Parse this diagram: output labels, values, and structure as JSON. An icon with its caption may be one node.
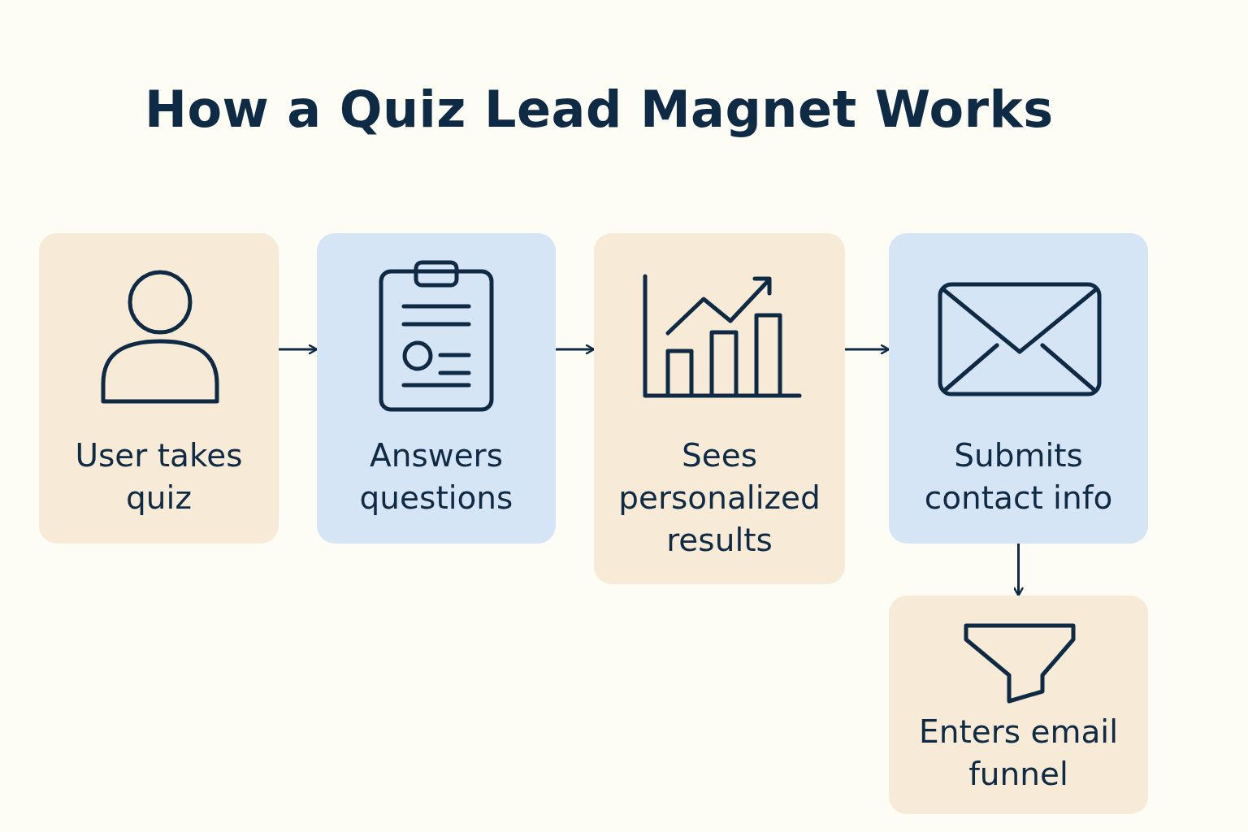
{
  "diagram": {
    "title": "How a Quiz Lead Magnet Works",
    "nodes": [
      {
        "text": [
          "User takes quiz"
        ]
      },
      {
        "text": [
          "Answers questions"
        ]
      },
      {
        "text": [
          "Sees personalized results"
        ]
      },
      {
        "text": [
          "Submits contact info"
        ]
      },
      {
        "text": [
          "Enters email funnel"
        ]
      }
    ],
    "edges": [
      {
        "from": 0,
        "to": 1,
        "arrow": "to"
      },
      {
        "from": 1,
        "to": 2,
        "arrow": "to"
      },
      {
        "from": 2,
        "to": 3,
        "arrow": "to"
      },
      {
        "from": 3,
        "to": 4,
        "arrow": "to"
      }
    ]
  }
}
